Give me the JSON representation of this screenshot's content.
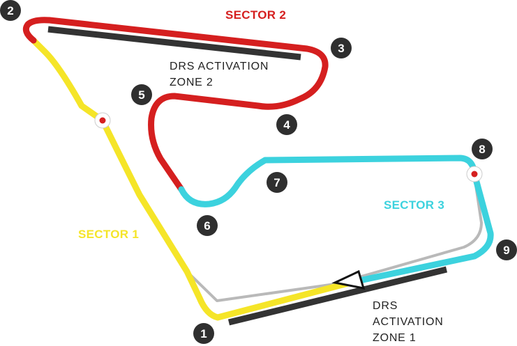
{
  "colors": {
    "sector1": "#f5e528",
    "sector2": "#d51f1f",
    "sector3": "#3cd2de",
    "pitlane": "#b9b9b9",
    "drs_bar": "#333333",
    "turn_badge": "#2f2f2f"
  },
  "sectors": {
    "s1": "SECTOR 1",
    "s2": "SECTOR 2",
    "s3": "SECTOR 3"
  },
  "drs_zones": {
    "zone1": [
      "DRS",
      "ACTIVATION",
      "ZONE 1"
    ],
    "zone2": [
      "DRS ACTIVATION",
      "ZONE 2"
    ]
  },
  "turns": [
    "1",
    "2",
    "3",
    "4",
    "5",
    "6",
    "7",
    "8",
    "9"
  ]
}
